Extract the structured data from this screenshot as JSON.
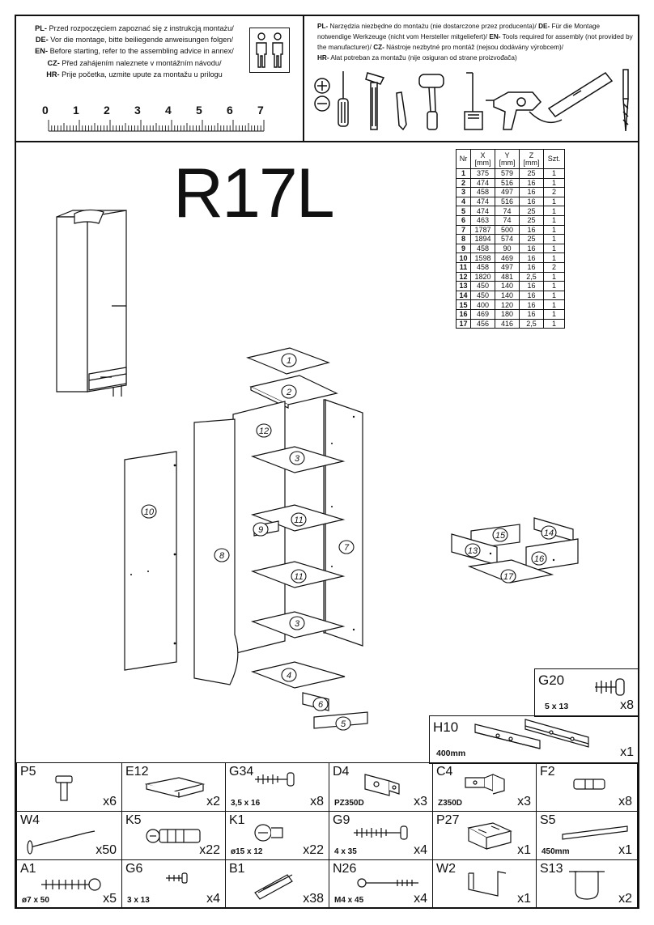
{
  "header": {
    "instructions": [
      {
        "lang": "PL",
        "text": "Przed rozpoczęciem zapoznać się z instrukcją montażu/"
      },
      {
        "lang": "DE",
        "text": "Vor die montage, bitte beiliegende anweisungen folgen/"
      },
      {
        "lang": "EN",
        "text": "Before starting, refer to the assembling advice in annex/"
      },
      {
        "lang": "CZ",
        "text": "Před zahájením naleznete v montážním návodu/"
      },
      {
        "lang": "HR",
        "text": "Prije početka, uzmite upute za montažu u prilogu"
      }
    ],
    "ruler_numbers": [
      "0",
      "1",
      "2",
      "3",
      "4",
      "5",
      "6",
      "7"
    ],
    "tools_text": {
      "pl_lang": "PL",
      "pl": "Narzędzia niezbędne do montażu (nie dostarczone przez producenta)/",
      "de_lang": "DE",
      "de": "Für die Montage notwendige Werkzeuge (nicht vom Hersteller mitgeliefert)/",
      "en_lang": "EN",
      "en": "Tools required for assembly (not provided by the manufacturer)/",
      "cz_lang": "CZ",
      "cz": "Nástroje nezbytné pro montáž (nejsou dodávány výrobcem)/",
      "hr_lang": "HR",
      "hr": "Alat potreban za montažu (nije osiguran od strane proizvođača)"
    }
  },
  "title": "R17L",
  "dims_table": {
    "headers": [
      "Nr",
      "X\n[mm]",
      "Y\n[mm]",
      "Z\n[mm]",
      "Szt."
    ],
    "rows": [
      [
        "1",
        "375",
        "579",
        "25",
        "1"
      ],
      [
        "2",
        "474",
        "516",
        "16",
        "1"
      ],
      [
        "3",
        "458",
        "497",
        "16",
        "2"
      ],
      [
        "4",
        "474",
        "516",
        "16",
        "1"
      ],
      [
        "5",
        "474",
        "74",
        "25",
        "1"
      ],
      [
        "6",
        "463",
        "74",
        "25",
        "1"
      ],
      [
        "7",
        "1787",
        "500",
        "16",
        "1"
      ],
      [
        "8",
        "1894",
        "574",
        "25",
        "1"
      ],
      [
        "9",
        "458",
        "90",
        "16",
        "1"
      ],
      [
        "10",
        "1598",
        "469",
        "16",
        "1"
      ],
      [
        "11",
        "458",
        "497",
        "16",
        "2"
      ],
      [
        "12",
        "1820",
        "481",
        "2,5",
        "1"
      ],
      [
        "13",
        "450",
        "140",
        "16",
        "1"
      ],
      [
        "14",
        "450",
        "140",
        "16",
        "1"
      ],
      [
        "15",
        "400",
        "120",
        "16",
        "1"
      ],
      [
        "16",
        "469",
        "180",
        "16",
        "1"
      ],
      [
        "17",
        "456",
        "416",
        "2,5",
        "1"
      ]
    ]
  },
  "part_labels": [
    "1",
    "2",
    "3",
    "11",
    "11",
    "3",
    "4",
    "6",
    "5",
    "12",
    "9",
    "7",
    "8",
    "10",
    "15",
    "14",
    "13",
    "16",
    "17"
  ],
  "hardware": {
    "G20": {
      "code": "G20",
      "spec": "5 x 13",
      "qty": "x8"
    },
    "H10": {
      "code": "H10",
      "spec": "400mm",
      "qty": "x1"
    },
    "P5": {
      "code": "P5",
      "spec": "",
      "qty": "x6"
    },
    "E12": {
      "code": "E12",
      "spec": "",
      "qty": "x2"
    },
    "G34": {
      "code": "G34",
      "spec": "3,5 x 16",
      "qty": "x8"
    },
    "D4": {
      "code": "D4",
      "spec": "PZ350D",
      "qty": "x3"
    },
    "C4": {
      "code": "C4",
      "spec": "Z350D",
      "qty": "x3"
    },
    "F2": {
      "code": "F2",
      "spec": "",
      "qty": "x8"
    },
    "W4": {
      "code": "W4",
      "spec": "",
      "qty": "x50"
    },
    "K5": {
      "code": "K5",
      "spec": "",
      "qty": "x22"
    },
    "K1": {
      "code": "K1",
      "spec": "ø15 x 12",
      "qty": "x22"
    },
    "G9": {
      "code": "G9",
      "spec": "4 x 35",
      "qty": "x4"
    },
    "P27": {
      "code": "P27",
      "spec": "",
      "qty": "x1"
    },
    "S5": {
      "code": "S5",
      "spec": "450mm",
      "qty": "x1"
    },
    "A1": {
      "code": "A1",
      "spec": "ø7 x 50",
      "qty": "x5"
    },
    "G6": {
      "code": "G6",
      "spec": "3 x 13",
      "qty": "x4"
    },
    "B1": {
      "code": "B1",
      "spec": "",
      "qty": "x38"
    },
    "N26": {
      "code": "N26",
      "spec": "M4 x 45",
      "qty": "x4"
    },
    "W2": {
      "code": "W2",
      "spec": "",
      "qty": "x1"
    },
    "S13": {
      "code": "S13",
      "spec": "",
      "qty": "x2"
    }
  },
  "icons": [
    "persons-icon",
    "screwdriver-icon",
    "hammer-icon",
    "pencil-icon",
    "mallet-icon",
    "tape-measure-icon",
    "drill-icon",
    "level-icon",
    "drill-bit-icon"
  ]
}
